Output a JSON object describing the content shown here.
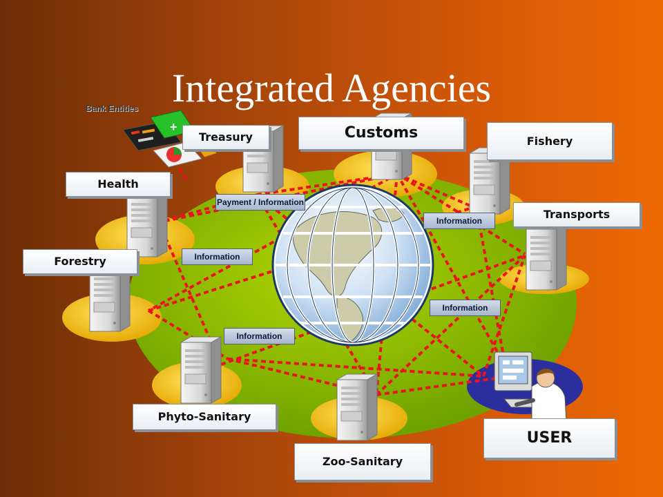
{
  "slide": {
    "title": "Integrated Agencies",
    "bank_label": "Bank Entities"
  },
  "agencies": {
    "customs": "Customs",
    "treasury": "Treasury",
    "fishery": "Fishery",
    "health": "Health",
    "transports": "Transports",
    "forestry": "Forestry",
    "phyto": "Phyto-Sanitary",
    "zoo": "Zoo-Sanitary",
    "user": "USER"
  },
  "flows": {
    "payment": "Payment / Information",
    "info_right_top": "Information",
    "info_left_top": "Information",
    "info_right_mid": "Information",
    "info_left_low": "Information"
  },
  "colors": {
    "field_green": "#86b600",
    "pad_yellow": "#f4c000",
    "link_red": "#e8141e",
    "user_pad": "#2b2f9e"
  }
}
